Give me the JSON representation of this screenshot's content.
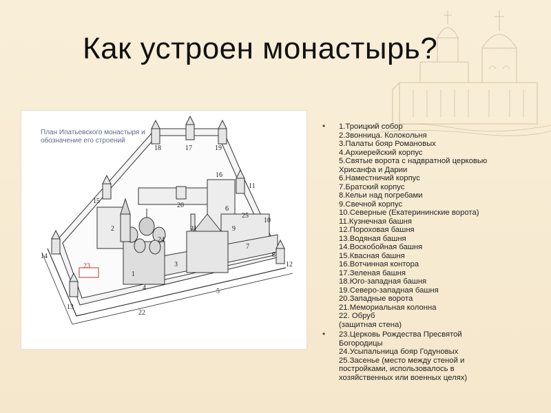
{
  "slide": {
    "title": "Как устроен монастырь?"
  },
  "plan": {
    "caption": "План Ипатьевского монастыря и обозначение его строений",
    "labels": [
      "1",
      "2",
      "3",
      "4",
      "5",
      "6",
      "7",
      "8",
      "9",
      "10",
      "11",
      "12",
      "13",
      "14",
      "15",
      "16",
      "17",
      "18",
      "19",
      "20",
      "21",
      "22",
      "23",
      "24",
      "25"
    ],
    "highlight_color": "#c0332e"
  },
  "legend": {
    "groups": [
      {
        "items": [
          "1.Троицкий собор",
          "2.Звонница. Колокольня",
          "3.Палаты бояр Романовых",
          "4.Архиерейский корпус",
          "5.Святые ворота с надвратной церковью\nХрисанфа и Дарии",
          "6.Наместничий корпус",
          "7.Братский корпус",
          "8.Кельи над погребами",
          "9.Свечной корпус",
          "10.Северные (Екатерининские ворота)",
          "11.Кузнечная башня",
          "12.Пороховая башня",
          "13.Водяная башня",
          "14.Воскобойная башня",
          "15.Квасная башня",
          "16.Вотчинная контора",
          "17.Зеленая башня",
          "18.Юго-западная башня",
          "19.Северо-западная башня",
          "20.Западные ворота",
          "21.Мемориальная колонна",
          "22. Обруб\n(защитная стена)"
        ]
      },
      {
        "items": [
          "23.Церковь Рождества Пресвятой\nБогородицы",
          "24.Усыпальница бояр Годуновых",
          "25.Засенье (место между стеной и\nпостройками, использовалось в\nхозяйственных или военных целях)"
        ]
      }
    ]
  }
}
